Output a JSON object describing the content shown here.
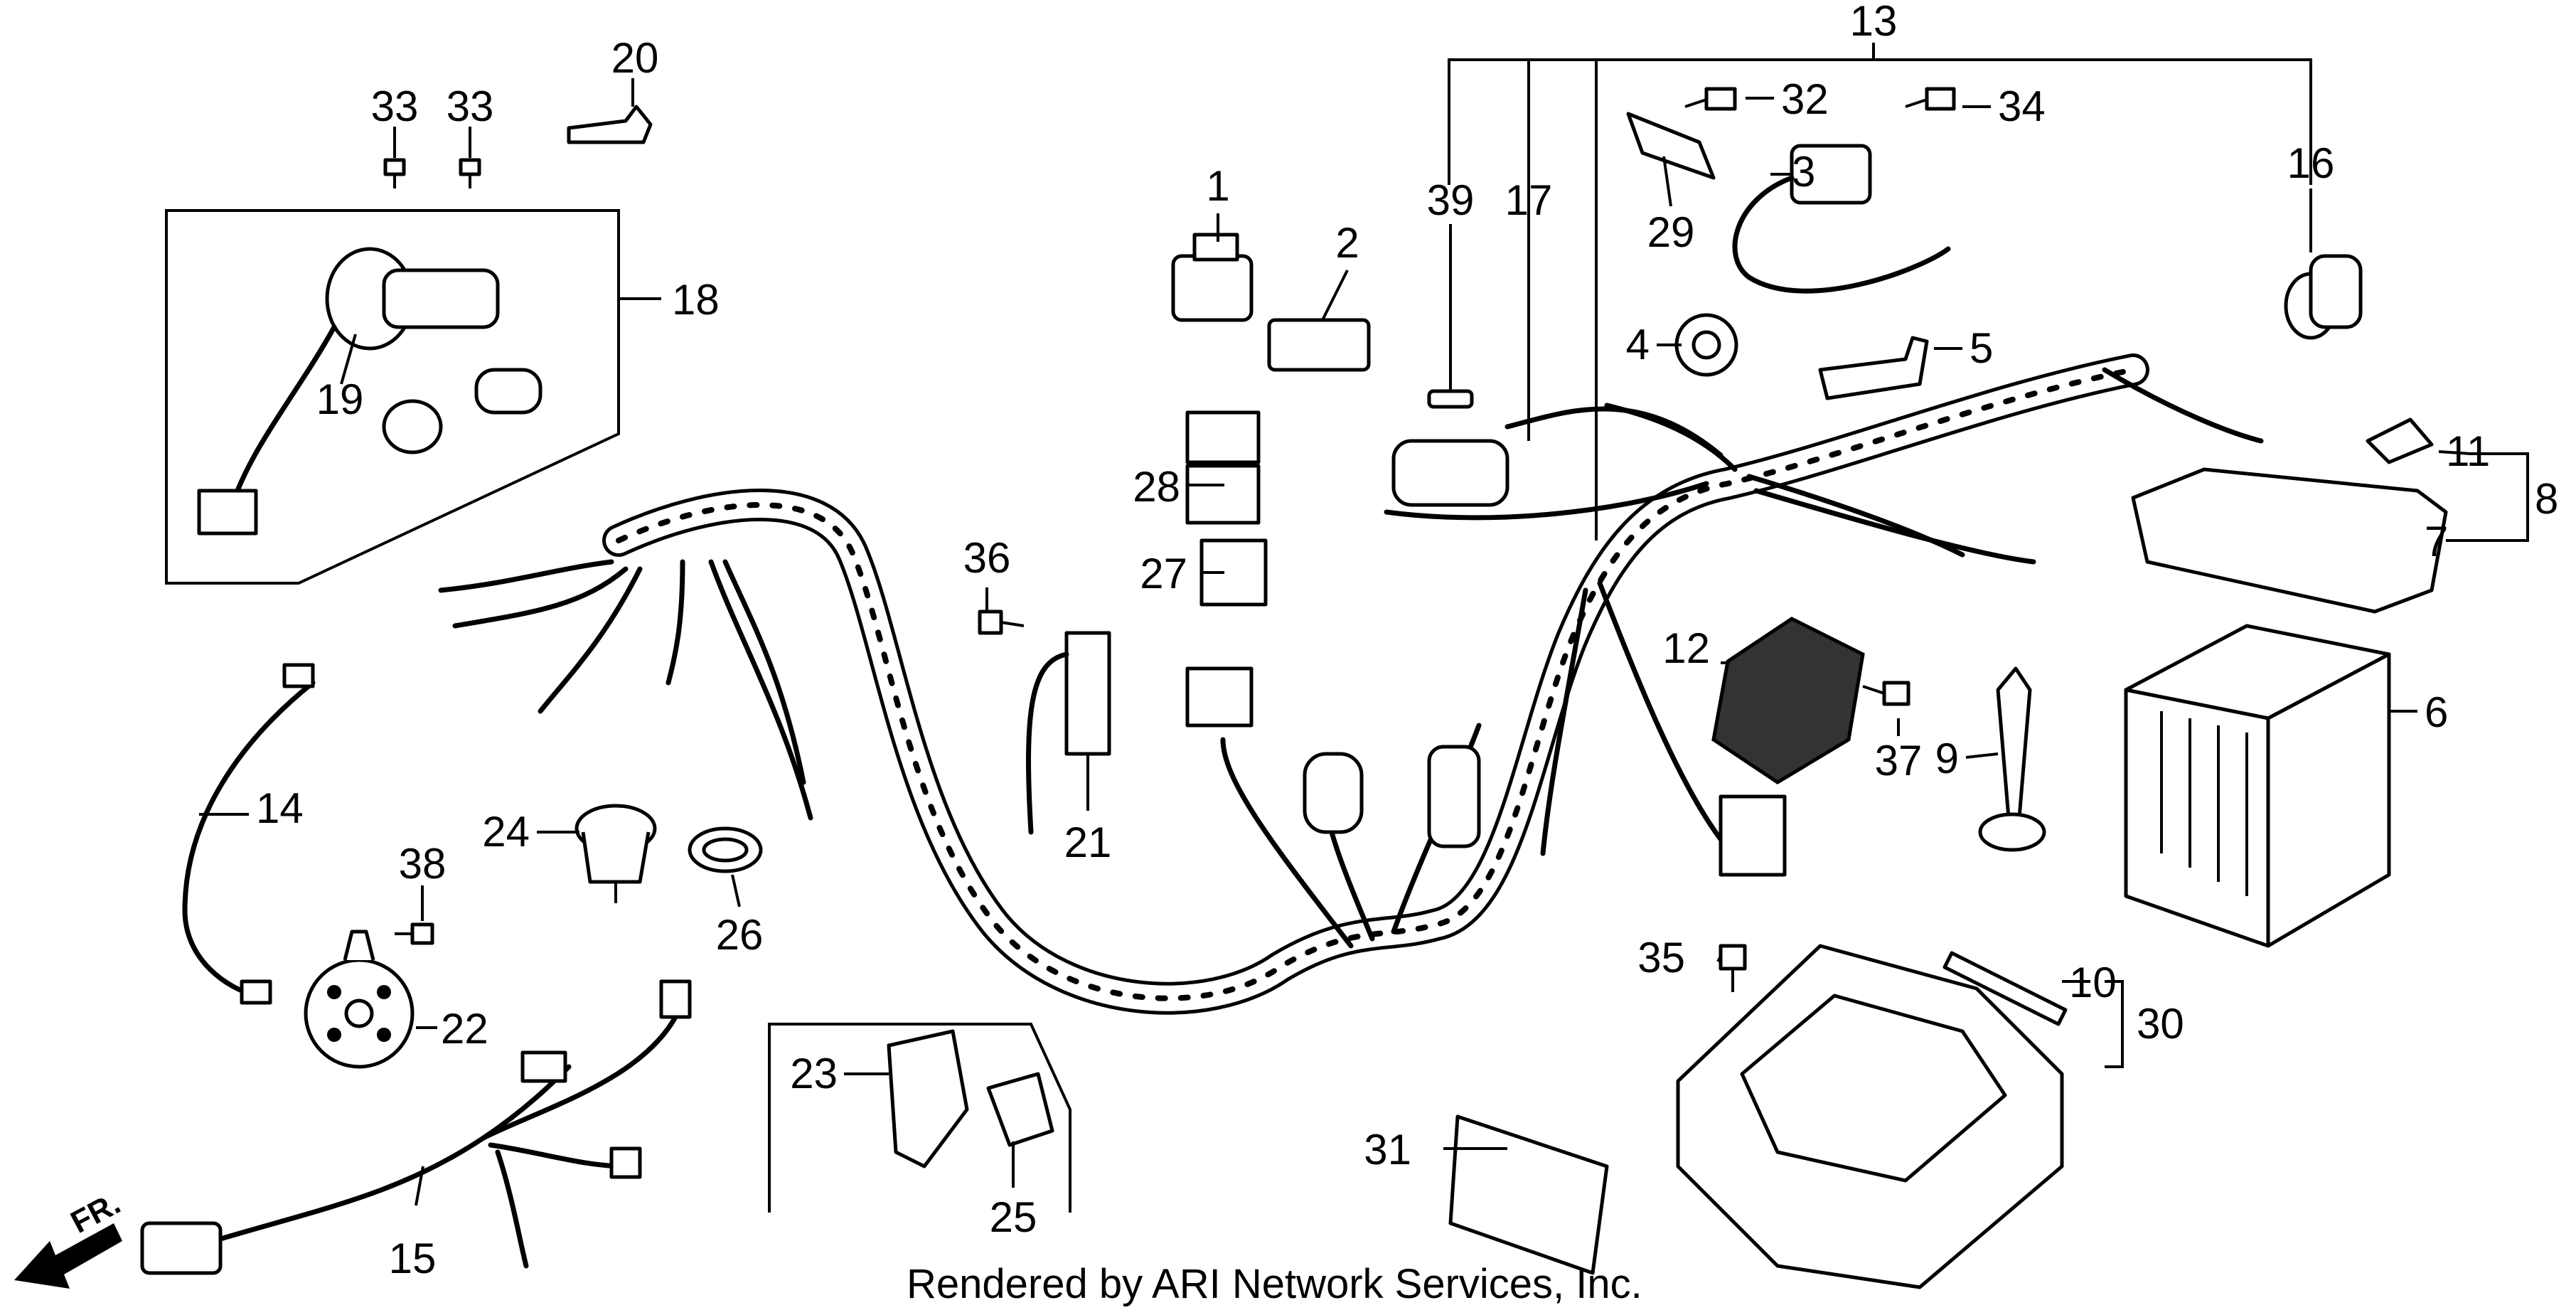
{
  "diagram": {
    "credit": "Rendered by ARI Network Services, Inc.",
    "direction_label": "FR.",
    "callouts": [
      {
        "id": "c1",
        "text": "1"
      },
      {
        "id": "c2",
        "text": "2"
      },
      {
        "id": "c3",
        "text": "3"
      },
      {
        "id": "c4",
        "text": "4"
      },
      {
        "id": "c5",
        "text": "5"
      },
      {
        "id": "c6",
        "text": "6"
      },
      {
        "id": "c7",
        "text": "7"
      },
      {
        "id": "c8",
        "text": "8"
      },
      {
        "id": "c9",
        "text": "9"
      },
      {
        "id": "c10",
        "text": "10"
      },
      {
        "id": "c11",
        "text": "11"
      },
      {
        "id": "c12",
        "text": "12"
      },
      {
        "id": "c13",
        "text": "13"
      },
      {
        "id": "c14",
        "text": "14"
      },
      {
        "id": "c15",
        "text": "15"
      },
      {
        "id": "c16",
        "text": "16"
      },
      {
        "id": "c17",
        "text": "17"
      },
      {
        "id": "c18",
        "text": "18"
      },
      {
        "id": "c19",
        "text": "19"
      },
      {
        "id": "c20",
        "text": "20"
      },
      {
        "id": "c21",
        "text": "21"
      },
      {
        "id": "c22",
        "text": "22"
      },
      {
        "id": "c23",
        "text": "23"
      },
      {
        "id": "c24",
        "text": "24"
      },
      {
        "id": "c25",
        "text": "25"
      },
      {
        "id": "c26",
        "text": "26"
      },
      {
        "id": "c27",
        "text": "27"
      },
      {
        "id": "c28",
        "text": "28"
      },
      {
        "id": "c29",
        "text": "29"
      },
      {
        "id": "c30",
        "text": "30"
      },
      {
        "id": "c31",
        "text": "31"
      },
      {
        "id": "c32",
        "text": "32"
      },
      {
        "id": "c33a",
        "text": "33"
      },
      {
        "id": "c33b",
        "text": "33"
      },
      {
        "id": "c34",
        "text": "34"
      },
      {
        "id": "c35",
        "text": "35"
      },
      {
        "id": "c36",
        "text": "36"
      },
      {
        "id": "c37",
        "text": "37"
      },
      {
        "id": "c38",
        "text": "38"
      },
      {
        "id": "c39",
        "text": "39"
      }
    ]
  }
}
